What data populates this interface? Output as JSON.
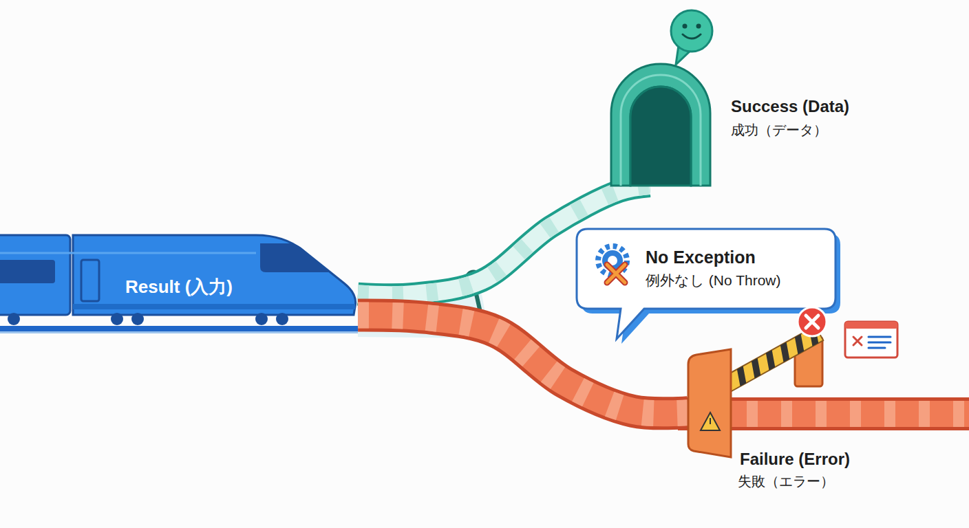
{
  "diagram": {
    "nodes": [
      {
        "text": [
          "Result (入力)"
        ]
      },
      {
        "text": [
          "Success (Data)",
          "成功（データ）"
        ]
      },
      {
        "text": [
          "No Exception",
          "例外なし (No Throw)"
        ]
      },
      {
        "text": [
          "Failure (Error)",
          "失敗（エラー）"
        ]
      }
    ],
    "edges": [
      {
        "from": 0,
        "to": 1,
        "arrow": "none"
      },
      {
        "from": 0,
        "to": 3,
        "arrow": "none"
      }
    ]
  }
}
